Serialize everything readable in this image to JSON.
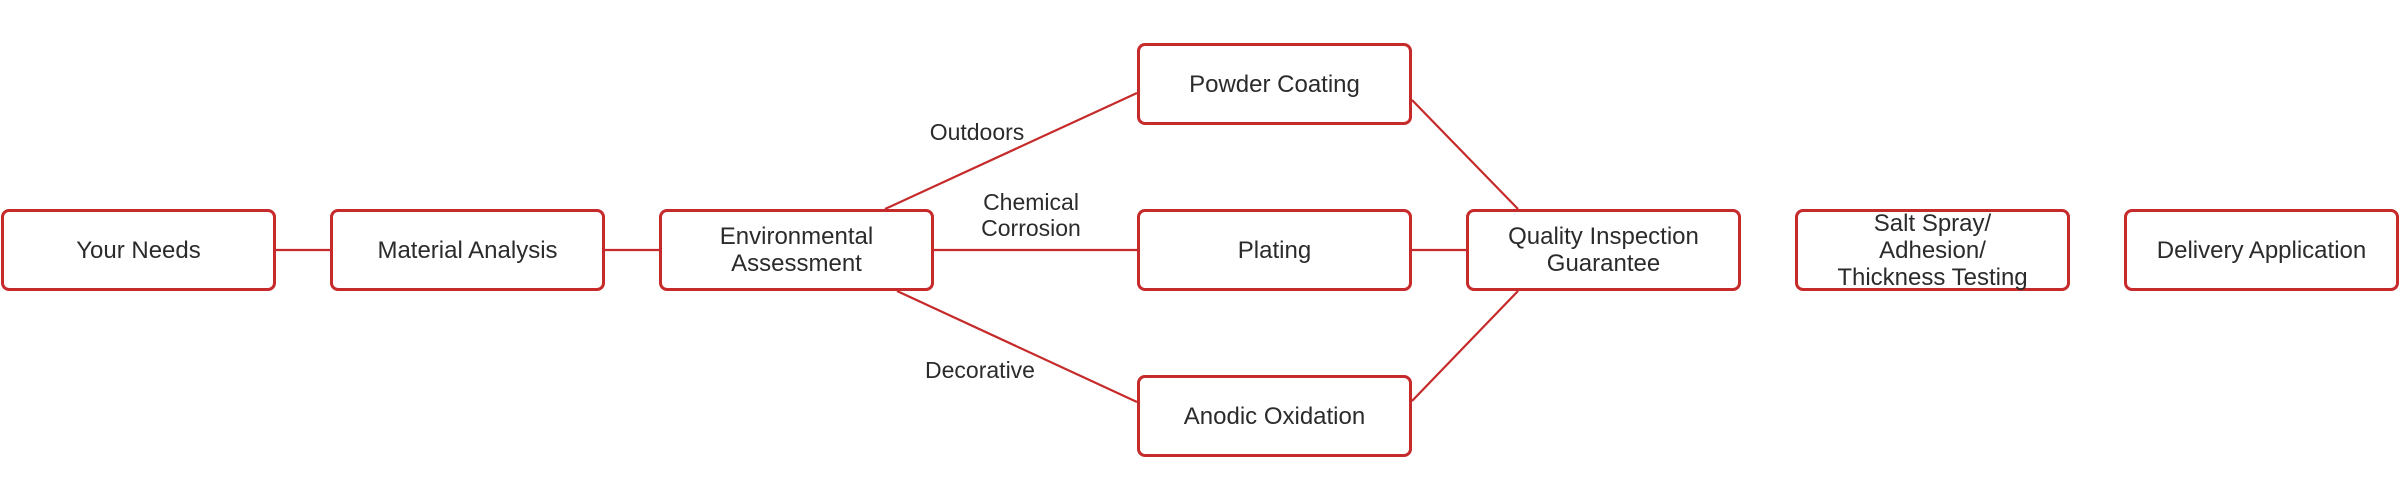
{
  "diagram": {
    "line_color": "#c62a2a",
    "nodes": {
      "your_needs": "Your Needs",
      "material_analysis": "Material Analysis",
      "environmental_assessment": "Environmental\nAssessment",
      "powder_coating": "Powder Coating",
      "plating": "Plating",
      "anodic_oxidation": "Anodic Oxidation",
      "quality_inspection": "Quality Inspection\nGuarantee",
      "testing": "Salt Spray/\nAdhesion/\nThickness Testing",
      "delivery": "Delivery Application"
    },
    "edge_labels": {
      "outdoors": "Outdoors",
      "chemical_corrosion": "Chemical\nCorrosion",
      "decorative": "Decorative"
    }
  }
}
